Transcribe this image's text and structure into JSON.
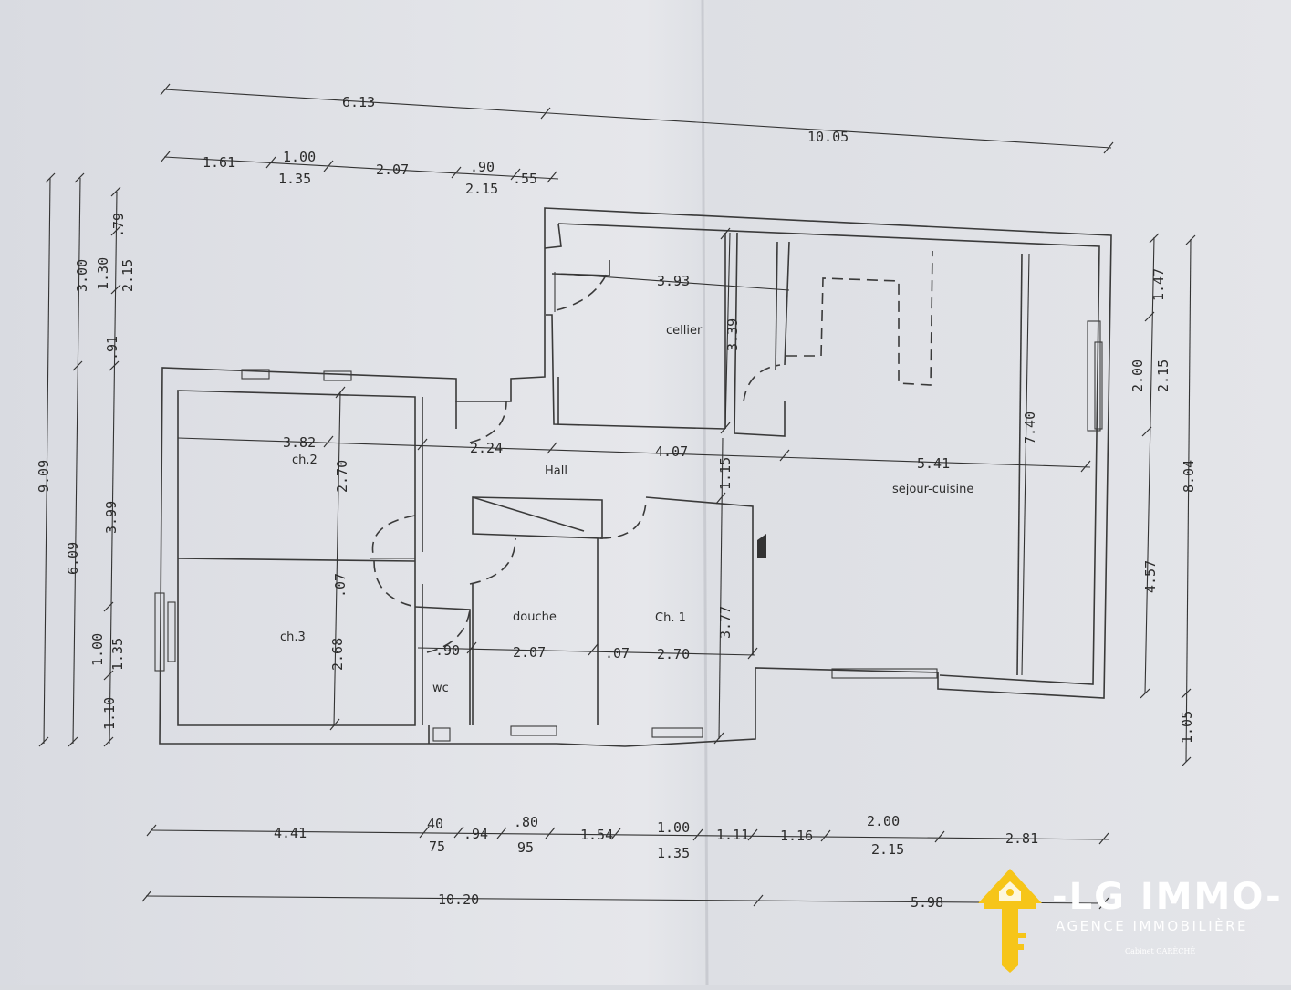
{
  "plan": {
    "rooms": {
      "cellier": "cellier",
      "hall": "Hall",
      "sejour": "sejour-cuisine",
      "ch2": "ch.2",
      "ch3": "ch.3",
      "douche": "douche",
      "ch1": "Ch. 1",
      "wc": "wc"
    },
    "top_dims": {
      "d613": "6.13",
      "d1005": "10.05",
      "d161": "1.61",
      "d100": "1.00",
      "d135": "1.35",
      "d207": "2.07",
      "d90": ".90",
      "d215": "2.15",
      "d55": ".55"
    },
    "left_dims": {
      "d909": "9.09",
      "d609": "6.09",
      "d300": "3.00",
      "d130": "1.30",
      "d79": ".79",
      "d215": "2.15",
      "d91": ".91",
      "d399": "3.99",
      "d100": "1.00",
      "d135": "1.35",
      "d110": "1.10"
    },
    "right_dims": {
      "d147": "1.47",
      "d200": "2.00",
      "d215": "2.15",
      "d804": "8.04",
      "d457": "4.57",
      "d105": "1.05"
    },
    "inner_dims": {
      "d393": "3.93",
      "d339": "3.39",
      "d382": "3.82",
      "d224": "2.24",
      "d407": "4.07",
      "d541": "5.41",
      "d740": "7.40",
      "d270a": "2.70",
      "d115": "1.15",
      "d07a": ".07",
      "d268": "2.68",
      "d90": ".90",
      "d207": "2.07",
      "d07b": ".07",
      "d270b": "2.70",
      "d377": "3.77"
    },
    "bottom_dims": {
      "d441": "4.41",
      "d40": "40",
      "d75": "75",
      "d94": ".94",
      "d80": ".80",
      "d95": "95",
      "d154": "1.54",
      "d100": "1.00",
      "d135": "1.35",
      "d111": "1.11",
      "d116": "1.16",
      "d200": "2.00",
      "d215": "2.15",
      "d281": "2.81",
      "d1020": "10.20",
      "d598": "5.98"
    }
  },
  "logo": {
    "name": "-LG IMMO-",
    "tagline": "AGENCE IMMOBILIÈRE",
    "cabinet": "Cabinet GARÈCHÉ",
    "house_icon": "house-key-icon",
    "color": "#f6c519"
  },
  "colors": {
    "paper": "#e6e7eb",
    "ink": "#333333"
  }
}
